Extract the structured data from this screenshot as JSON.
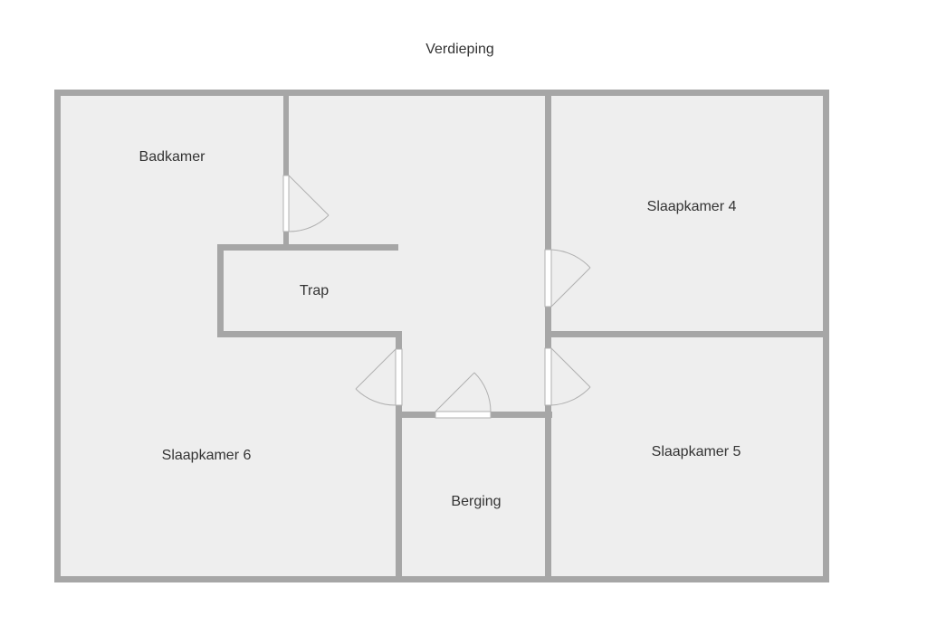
{
  "floor": {
    "title": "Verdieping"
  },
  "rooms": {
    "badkamer": "Badkamer",
    "trap": "Trap",
    "slaapkamer_4": "Slaapkamer 4",
    "slaapkamer_5": "Slaapkamer 5",
    "slaapkamer_6": "Slaapkamer 6",
    "berging": "Berging"
  },
  "colors": {
    "wall": "#a6a6a6",
    "floor": "#eeeeee",
    "door_arc": "#b0b0b0",
    "text": "#333333"
  }
}
